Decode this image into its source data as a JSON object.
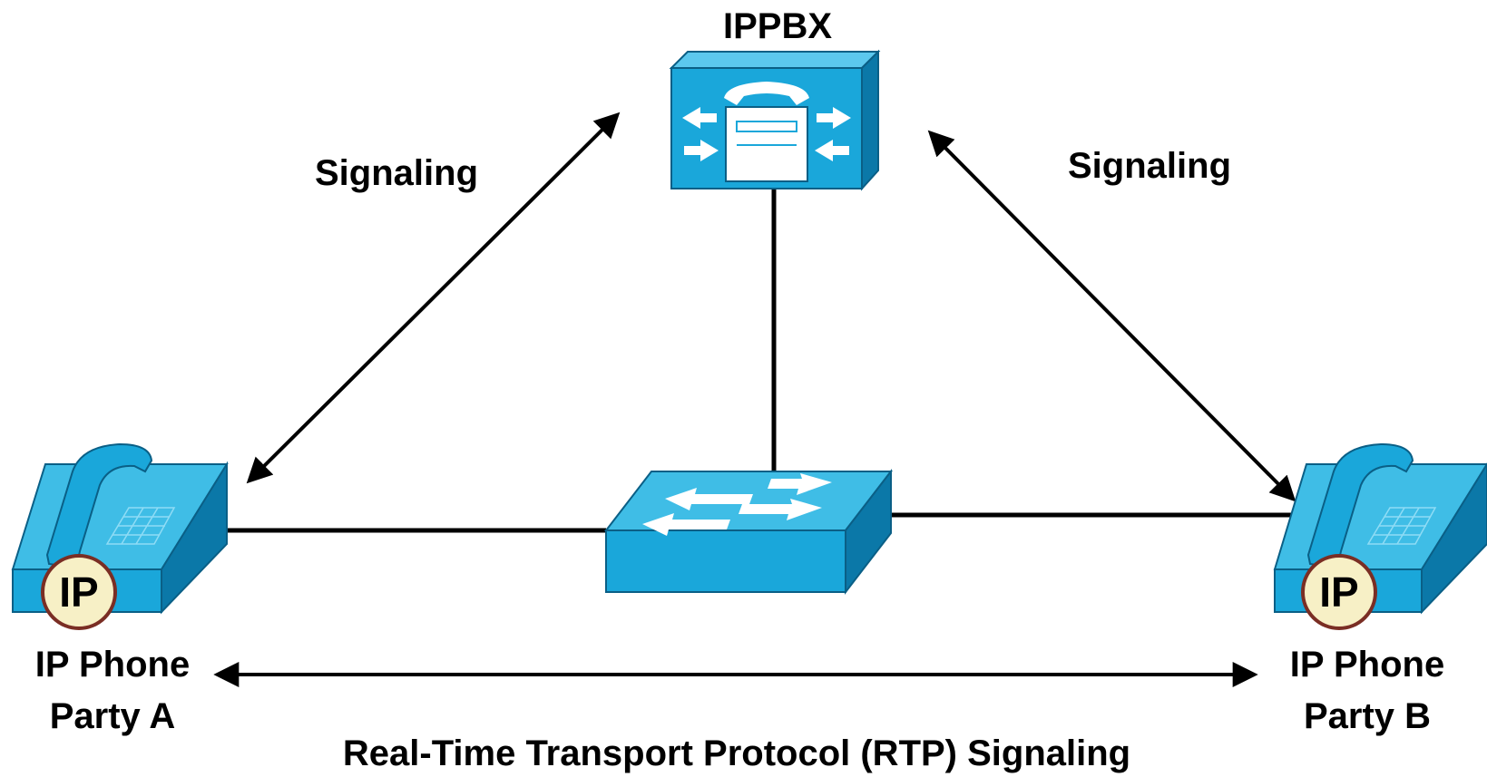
{
  "labels": {
    "ippbx": "IPPBX",
    "signaling_left": "Signaling",
    "signaling_right": "Signaling",
    "phone_a_line1": "IP Phone",
    "phone_a_line2": "Party A",
    "phone_b_line1": "IP Phone",
    "phone_b_line2": "Party B",
    "rtp": "Real-Time Transport Protocol (RTP) Signaling",
    "ip_badge_a": "IP",
    "ip_badge_b": "IP"
  },
  "colors": {
    "device_face": "#1aa7da",
    "device_top": "#3fbde6",
    "device_side": "#0b78a8",
    "badge_fill": "#f7f0c6",
    "badge_border": "#7a2e24",
    "line": "#000000"
  },
  "icons": {
    "ippbx": "call-manager-icon",
    "switch": "workgroup-switch-icon",
    "phone_a": "ip-phone-icon",
    "phone_b": "ip-phone-icon"
  }
}
